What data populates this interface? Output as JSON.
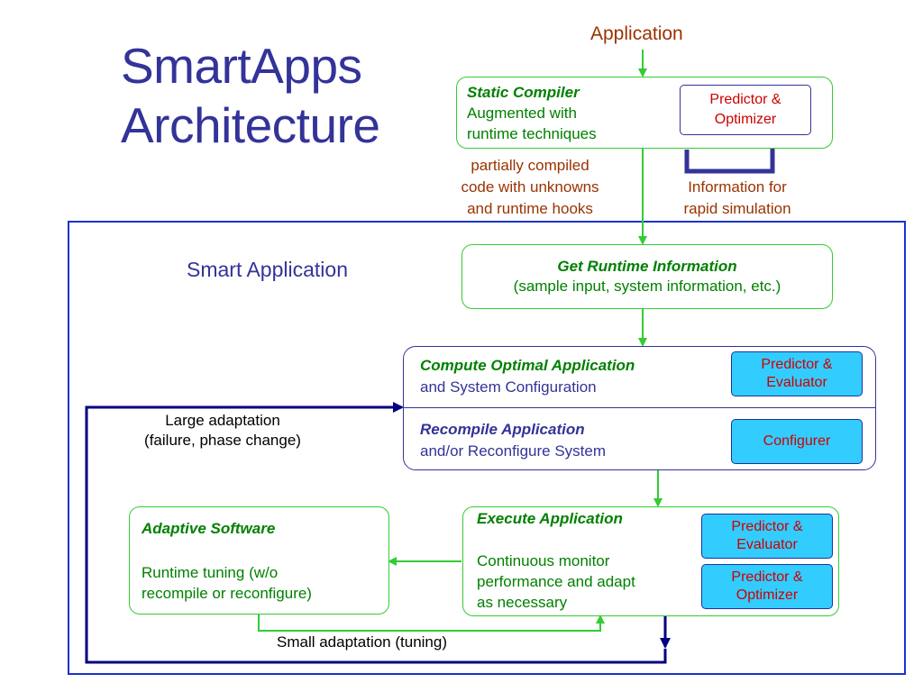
{
  "title_line1": "SmartApps",
  "title_line2": "Architecture",
  "application_label": "Application",
  "static_compiler": {
    "title": "Static Compiler",
    "line1": "Augmented with",
    "line2": "runtime techniques",
    "predictor_line1": "Predictor &",
    "predictor_line2": "Optimizer"
  },
  "partial_code": {
    "line1": "partially compiled",
    "line2": "code with unknowns",
    "line3": "and runtime hooks"
  },
  "info_sim": {
    "line1": "Information for",
    "line2": "rapid simulation"
  },
  "smart_application_label": "Smart Application",
  "get_runtime": {
    "title": "Get Runtime Information",
    "subtitle": "(sample input, system information, etc.)"
  },
  "compute_optimal": {
    "title": "Compute Optimal Application",
    "subtitle": "and System Configuration",
    "box_line1": "Predictor &",
    "box_line2": "Evaluator"
  },
  "recompile": {
    "title": "Recompile Application",
    "subtitle": "and/or Reconfigure System",
    "box": "Configurer"
  },
  "large_adaptation": {
    "line1": "Large adaptation",
    "line2": "(failure, phase change)"
  },
  "adaptive_software": {
    "title": "Adaptive Software",
    "line1": "Runtime tuning (w/o",
    "line2": "recompile or reconfigure)"
  },
  "execute": {
    "title": "Execute Application",
    "line1": "Continuous monitor",
    "line2": "performance and adapt",
    "line3": "as necessary",
    "box1_line1": "Predictor &",
    "box1_line2": "Evaluator",
    "box2_line1": "Predictor &",
    "box2_line2": "Optimizer"
  },
  "small_adaptation": "Small adaptation (tuning)",
  "colors": {
    "navy": "#333399",
    "green": "#33cc33",
    "dark_navy": "#000080",
    "brown": "#993300",
    "red": "#cc0000",
    "cyan": "#33ccff"
  }
}
